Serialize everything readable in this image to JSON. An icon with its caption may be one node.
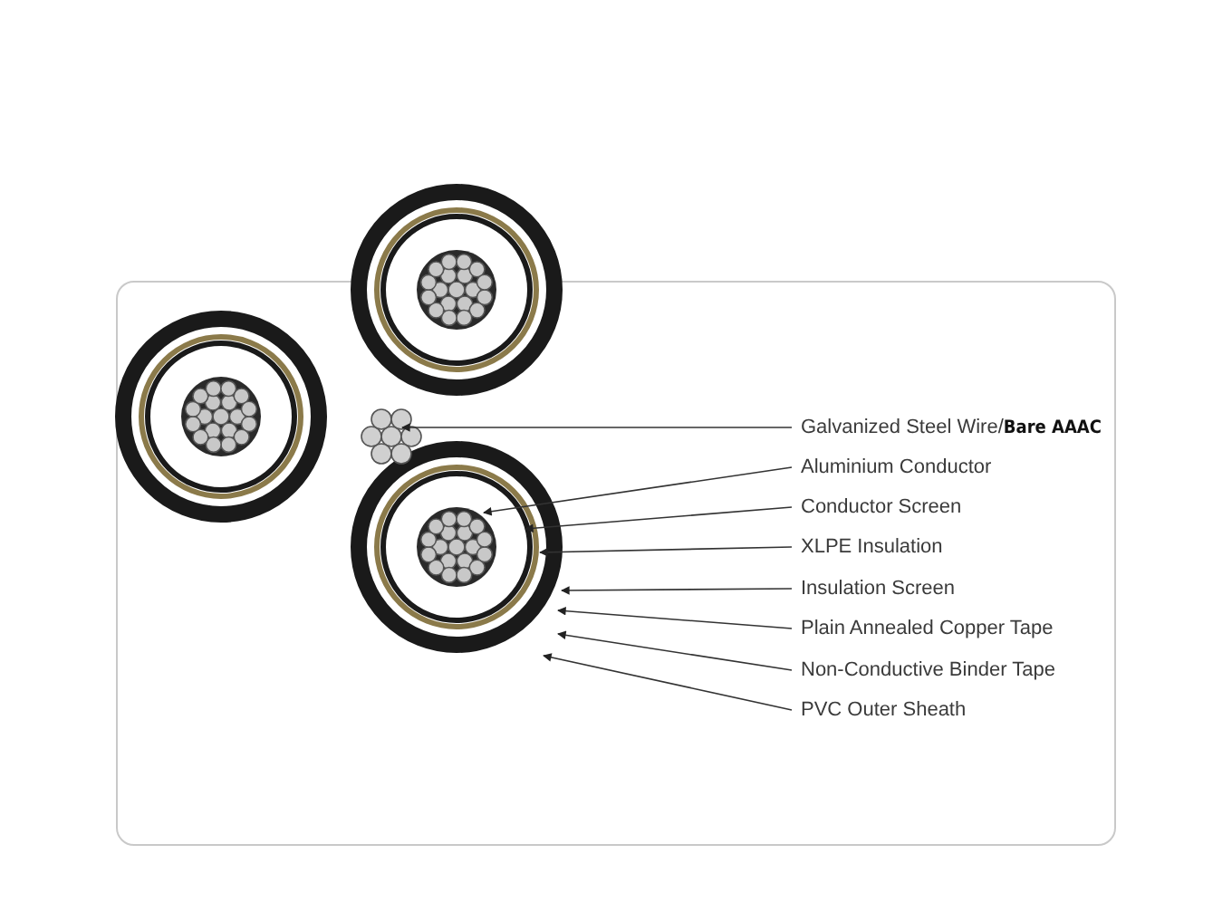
{
  "diagram": {
    "nodes": [
      {
        "text": [
          "Galvanized Steel Wire/**Bare AAAC**"
        ]
      },
      {
        "text": [
          "Aluminium Conductor"
        ]
      },
      {
        "text": [
          "Conductor Screen"
        ]
      },
      {
        "text": [
          "XLPE Insulation"
        ]
      },
      {
        "text": [
          "Insulation Screen"
        ]
      },
      {
        "text": [
          "Plain Annealed Copper Tape"
        ]
      },
      {
        "text": [
          "Non-Conductive Binder Tape"
        ]
      },
      {
        "text": [
          "PVC Outer Sheath"
        ]
      }
    ],
    "edges": [
      {
        "from": 0,
        "to": null,
        "arrow": "to"
      },
      {
        "from": 1,
        "to": null,
        "arrow": "to"
      },
      {
        "from": 2,
        "to": null,
        "arrow": "to"
      },
      {
        "from": 3,
        "to": null,
        "arrow": "to"
      },
      {
        "from": 4,
        "to": null,
        "arrow": "to"
      },
      {
        "from": 5,
        "to": null,
        "arrow": "to"
      },
      {
        "from": 6,
        "to": null,
        "arrow": "to"
      },
      {
        "from": 7,
        "to": null,
        "arrow": "to"
      }
    ]
  }
}
